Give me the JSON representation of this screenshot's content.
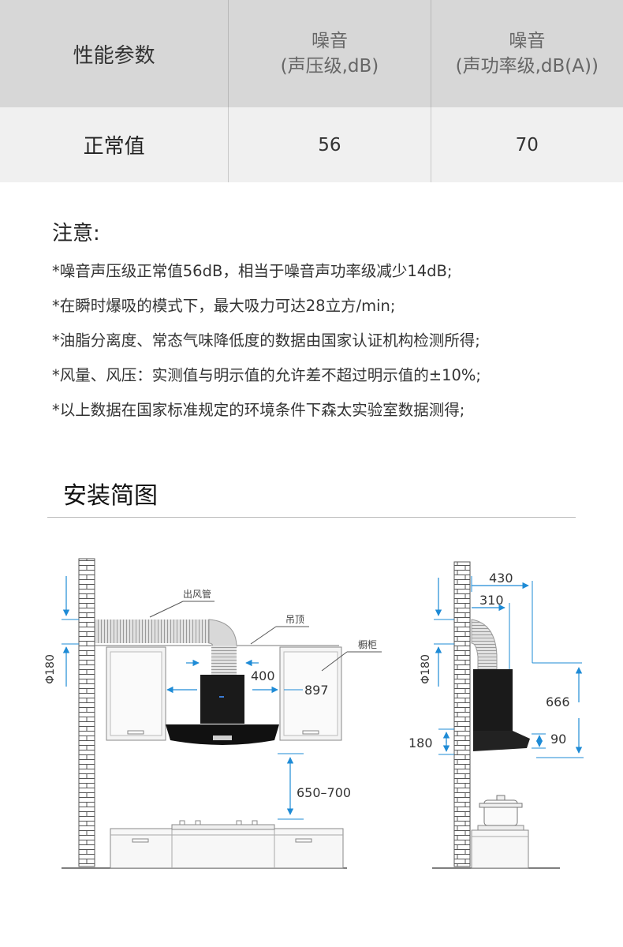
{
  "spec_table": {
    "header": {
      "param_label": "性能参数",
      "col2_top": "噪音",
      "col2_sub": "(声压级,dB)",
      "col3_top": "噪音",
      "col3_sub": "(声功率级,dB(A))"
    },
    "row": {
      "label": "正常值",
      "value2": "56",
      "value3": "70"
    }
  },
  "notes": {
    "title": "注意:",
    "items": [
      "*噪音声压级正常值56dB，相当于噪音声功率级减少14dB;",
      "*在瞬时爆吸的模式下，最大吸力可达28立方/min;",
      "*油脂分离度、常态气味降低度的数据由国家认证机构检测所得;",
      "*风量、风压：实测值与明示值的允许差不超过明示值的±10%;",
      "*以上数据在国家标准规定的环境条件下森太实验室数据测得;"
    ]
  },
  "install": {
    "title": "安装简图",
    "front": {
      "duct_label": "出风管",
      "ceiling_label": "吊顶",
      "cabinet_label": "橱柜",
      "dim_duct": "Φ180",
      "dim_width": "400",
      "dim_total": "897",
      "dim_height": "650–700"
    },
    "side": {
      "dim_duct": "Φ180",
      "dim_depth_outer": "430",
      "dim_depth_inner": "310",
      "dim_height": "666",
      "dim_front": "90",
      "dim_back": "180"
    }
  },
  "colors": {
    "table_header_bg": "#d7d7d7",
    "table_body_bg": "#f0f0f0",
    "dimension_blue": "#1e8bd6",
    "hood_black": "#1a1a1a"
  }
}
